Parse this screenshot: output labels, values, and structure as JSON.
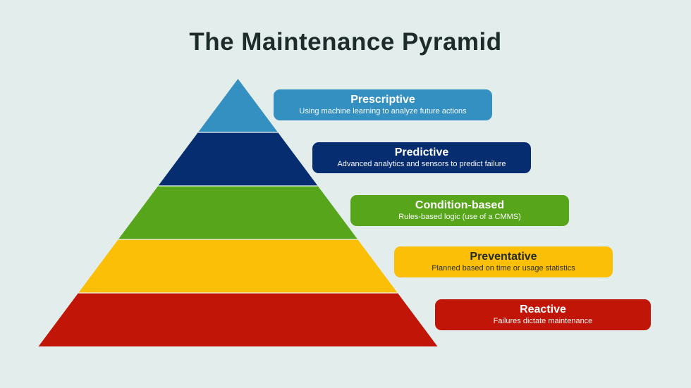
{
  "title": "The Maintenance Pyramid",
  "colors": {
    "background": "#e3eeec",
    "title_text": "#1d2b2a",
    "layer_divider": "#edf4f2"
  },
  "levels": [
    {
      "label": "Prescriptive",
      "description": "Using machine learning to analyze future actions",
      "color": "#3590c2",
      "text_color": "#ffffff"
    },
    {
      "label": "Predictive",
      "description": "Advanced analytics and sensors to predict failure",
      "color": "#072d71",
      "text_color": "#ffffff"
    },
    {
      "label": "Condition-based",
      "description": "Rules-based logic (use of a CMMS)",
      "color": "#57a51b",
      "text_color": "#ffffff"
    },
    {
      "label": "Preventative",
      "description": "Planned based on time or usage statistics",
      "color": "#fcbf07",
      "text_color": "#212b2a"
    },
    {
      "label": "Reactive",
      "description": "Failures dictate maintenance",
      "color": "#c01507",
      "text_color": "#ffffff"
    }
  ]
}
